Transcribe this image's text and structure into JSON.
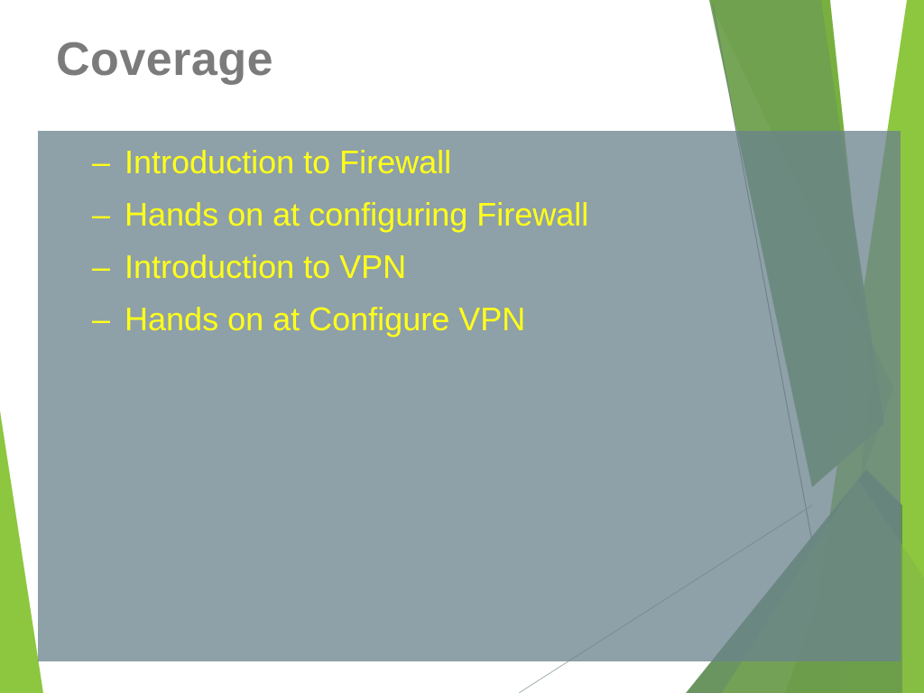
{
  "slide": {
    "title": "Coverage",
    "bullet_marker": "–",
    "items": [
      "Introduction to Firewall",
      "Hands on at configuring Firewall",
      "Introduction to VPN",
      "Hands on at Configure VPN"
    ]
  },
  "colors": {
    "title_text": "#7b7b7b",
    "item_text": "#ffff1a",
    "content_box": "#8fa1a7",
    "accent_light_green": "#8dc63f",
    "accent_dark_green": "#5a8a50"
  }
}
